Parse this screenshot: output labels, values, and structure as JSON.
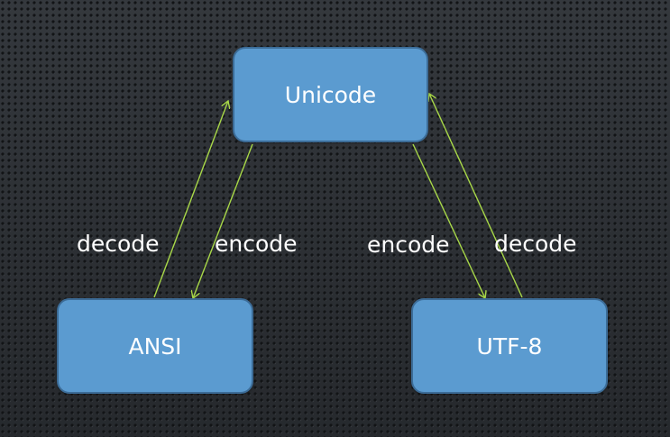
{
  "diagram": {
    "nodes": {
      "unicode": "Unicode",
      "ansi": "ANSI",
      "utf8": "UTF-8"
    },
    "edges": [
      {
        "from": "ANSI",
        "to": "Unicode",
        "label": "decode"
      },
      {
        "from": "Unicode",
        "to": "ANSI",
        "label": "encode"
      },
      {
        "from": "Unicode",
        "to": "UTF-8",
        "label": "encode"
      },
      {
        "from": "UTF-8",
        "to": "Unicode",
        "label": "decode"
      }
    ]
  },
  "colors": {
    "background": "#2b2e32",
    "node_fill": "#5b9bd0",
    "node_border": "#3c6c97",
    "arrow": "#a8d848",
    "text": "#ffffff"
  }
}
